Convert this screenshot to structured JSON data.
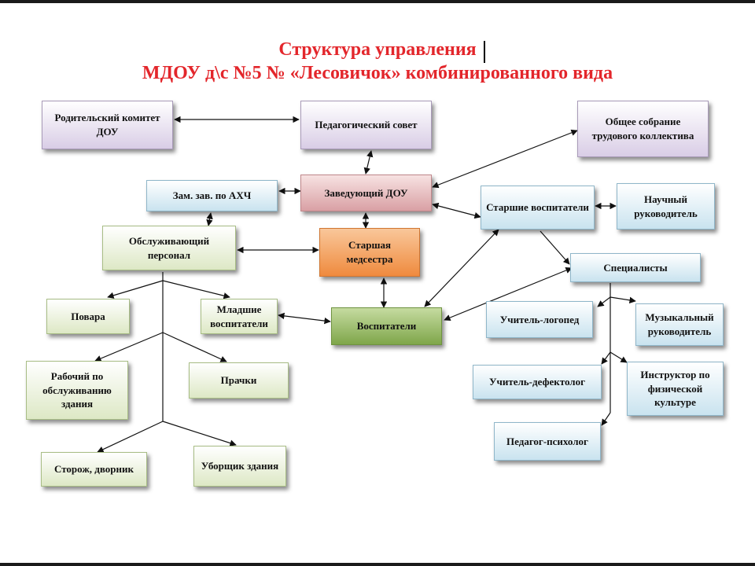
{
  "title": {
    "line1": "Структура управления",
    "line2": "МДОУ д\\с №5 № «Лесовичок» комбинированного вида"
  },
  "nodes": {
    "parent_committee": "Родительский комитет ДОУ",
    "pedagogical_council": "Педагогический совет",
    "general_meeting": "Общее собрание трудового коллектива",
    "head": "Заведующий ДОУ",
    "deputy_ahch": "Зам. зав. по АХЧ",
    "senior_educators": "Старшие воспитатели",
    "scientific_supervisor": "Научный руководитель",
    "service_staff": "Обслуживающий персонал",
    "senior_nurse": "Старшая медсестра",
    "specialists": "Специалисты",
    "cooks": "Повара",
    "junior_educators": "Младшие воспитатели",
    "educators": "Воспитатели",
    "speech_therapist": "Учитель-логопед",
    "music_director": "Музыкальный руководитель",
    "maintenance_worker": "Рабочий по обслуживанию здания",
    "laundry": "Прачки",
    "defectologist": "Учитель-дефектолог",
    "pe_instructor": "Инструктор по физической культуре",
    "psychologist": "Педагог-психолог",
    "guard_janitor": "Сторож, дворник",
    "cleaner": "Уборщик здания"
  },
  "colors": {
    "title": "#e3262b",
    "purple": "#d9cde6",
    "blue": "#c9e3ef",
    "green": "#dde8c5",
    "pink": "#d9a0a4",
    "orange": "#ef8a3e",
    "dark_green": "#7fa64a"
  }
}
